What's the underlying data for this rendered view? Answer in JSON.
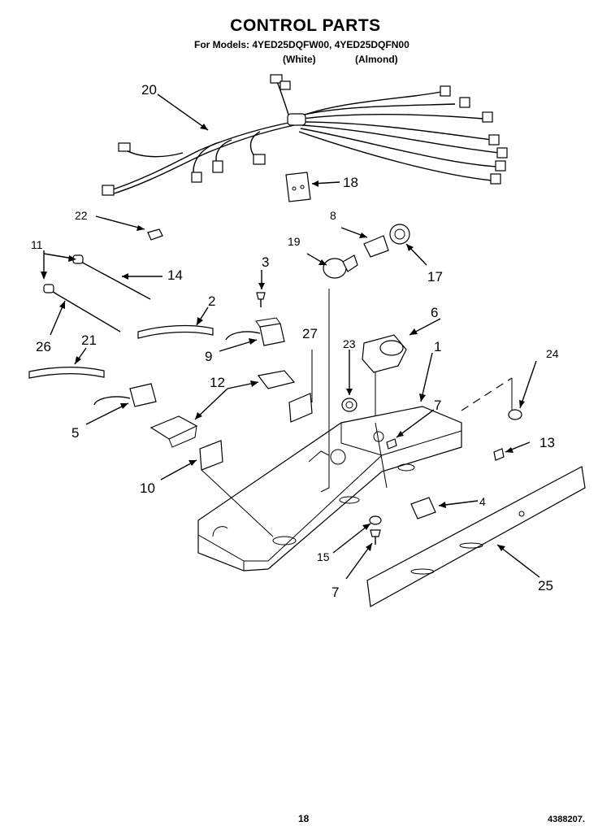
{
  "title": "CONTROL PARTS",
  "models_line": "For Models: 4YED25DQFW00, 4YED25DQFN00",
  "color_white": "(White)",
  "color_almond": "(Almond)",
  "callouts": {
    "c1": "1",
    "c2": "2",
    "c3": "3",
    "c4": "4",
    "c5": "5",
    "c6": "6",
    "c7a": "7",
    "c7b": "7",
    "c8": "8",
    "c9": "9",
    "c10": "10",
    "c11": "11",
    "c12": "12",
    "c13": "13",
    "c14": "14",
    "c15": "15",
    "c17": "17",
    "c18": "18",
    "c19": "19",
    "c20": "20",
    "c21": "21",
    "c22": "22",
    "c23": "23",
    "c24": "24",
    "c25": "25",
    "c26": "26",
    "c27": "27"
  },
  "page_number": "18",
  "document_number": "4388207."
}
